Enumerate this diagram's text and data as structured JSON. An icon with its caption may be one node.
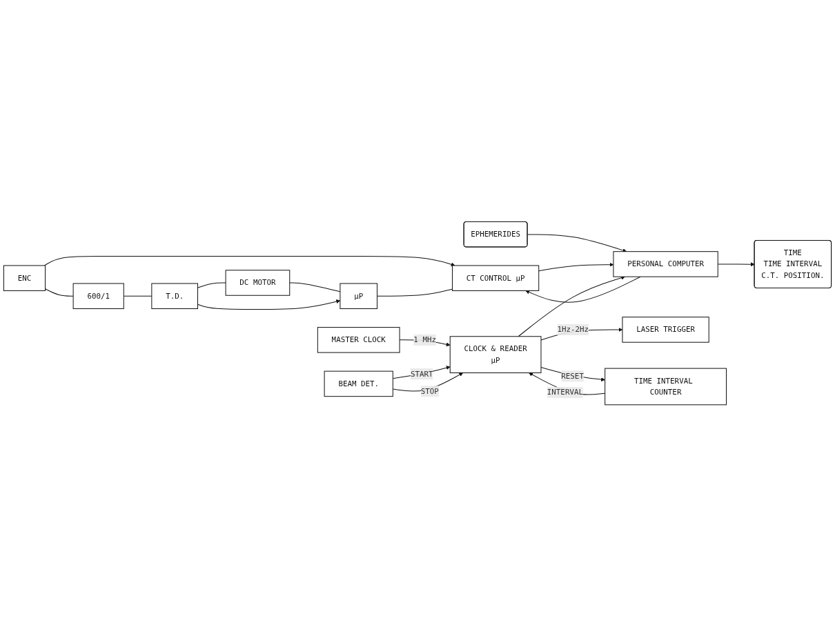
{
  "diagram": {
    "nodes": [
      {
        "text": [
          "ENC"
        ]
      },
      {
        "text": [
          "600/1"
        ]
      },
      {
        "text": [
          "T.D."
        ]
      },
      {
        "text": [
          "DC MOTOR"
        ]
      },
      {
        "text": [
          "µP"
        ]
      },
      {
        "text": [
          "CT CONTROL µP"
        ]
      },
      {
        "text": [
          "EPHEMERIDES"
        ]
      },
      {
        "text": [
          "MASTER CLOCK"
        ]
      },
      {
        "text": [
          "CLOCK & READER",
          "µP"
        ]
      },
      {
        "text": [
          "PERSONAL COMPUTER"
        ]
      },
      {
        "text": [
          "LASER TRIGGER"
        ]
      },
      {
        "text": [
          "TIME INTERVAL COUNTER"
        ]
      },
      {
        "text": [
          "BEAM DET."
        ]
      },
      {
        "text": [
          "TIME",
          "TIME INTERVAL",
          "C.T. POSITION."
        ]
      }
    ],
    "edges": [
      {
        "from": 0,
        "to": 1,
        "arrow": "none"
      },
      {
        "from": 1,
        "to": 2,
        "arrow": "none"
      },
      {
        "from": 2,
        "to": 3,
        "arrow": "none"
      },
      {
        "from": 3,
        "to": 4,
        "arrow": "none"
      },
      {
        "from": 2,
        "to": 4,
        "arrow": "to"
      },
      {
        "from": 0,
        "to": 5,
        "arrow": "to"
      },
      {
        "from": 4,
        "to": 5,
        "arrow": "none"
      },
      {
        "from": 6,
        "to": 9,
        "arrow": "to"
      },
      {
        "from": 9,
        "to": 5,
        "arrow": "to"
      },
      {
        "from": 5,
        "to": 9,
        "arrow": "to"
      },
      {
        "from": 7,
        "to": 8,
        "arrow": "to",
        "label": "1 MHz"
      },
      {
        "from": 8,
        "to": 10,
        "arrow": "to",
        "label": "1Hz-2Hz"
      },
      {
        "from": 8,
        "to": 9,
        "arrow": "to"
      },
      {
        "from": 11,
        "to": 8,
        "arrow": "to",
        "label": "INTERVAL"
      },
      {
        "from": 12,
        "to": 8,
        "arrow": "to",
        "label": "START"
      },
      {
        "from": 12,
        "to": 8,
        "arrow": "to",
        "label": "STOP"
      },
      {
        "from": 8,
        "to": 11,
        "arrow": "to",
        "label": "RESET"
      },
      {
        "from": 9,
        "to": 13,
        "arrow": "to"
      }
    ]
  }
}
